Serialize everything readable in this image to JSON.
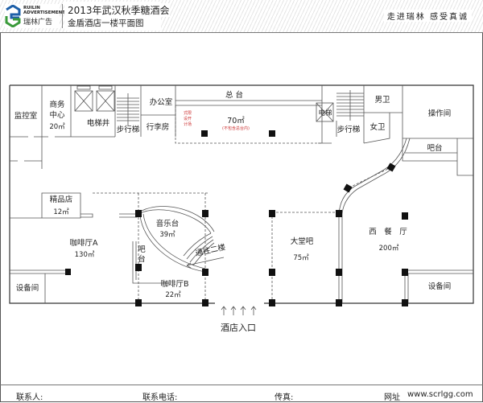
{
  "header": {
    "logo_en": "RUILIN ADVERTISEMENT",
    "logo_cn": "瑞林广告",
    "title": "2013年武汉秋季糖酒会",
    "subtitle": "金盾酒店一楼平面图",
    "slogan": "走进瑞林  感受真诚"
  },
  "rooms": {
    "monitor": "监控室",
    "business_1": "商务",
    "business_2": "中心",
    "business_area": "20㎡",
    "elevator_shaft": "电梯井",
    "stairs_left": "步行梯",
    "office": "办公室",
    "luggage": "行李房",
    "front_desk": "总 台",
    "lobby_area": "70㎡",
    "lobby_note": "(不包含总台内)",
    "red_note": [
      "式限",
      "设开",
      "计场"
    ],
    "elevator_right": "电梯",
    "stairs_right": "步行梯",
    "mens_wc": "男卫",
    "womens_wc": "女卫",
    "operation": "操作间",
    "bar_right": "吧台",
    "boutique": "精品店",
    "boutique_area": "12㎡",
    "cafe_a": "咖啡厅A",
    "cafe_a_area": "130㎡",
    "equipment_left": "设备间",
    "music_stage": "音乐台",
    "music_area": "39㎡",
    "bar_left_1": "吧",
    "bar_left_2": "台",
    "to_second_floor": "通往二楼",
    "cafe_b": "咖啡厅B",
    "cafe_b_area": "22㎡",
    "lobby_bar": "大堂吧",
    "lobby_bar_area": "75㎡",
    "western_restaurant": "西　餐　厅",
    "western_area": "200㎡",
    "equipment_right": "设备间",
    "entrance": "酒店入口"
  },
  "footer": {
    "contact": "联系人:",
    "phone": "联系电话:",
    "fax": "传真:",
    "website_label": "网址",
    "website": "www.scrlgg.com"
  },
  "colors": {
    "note": "#cc3333",
    "logo_blue": "#1d5fa8",
    "logo_green": "#3a9a3a"
  }
}
